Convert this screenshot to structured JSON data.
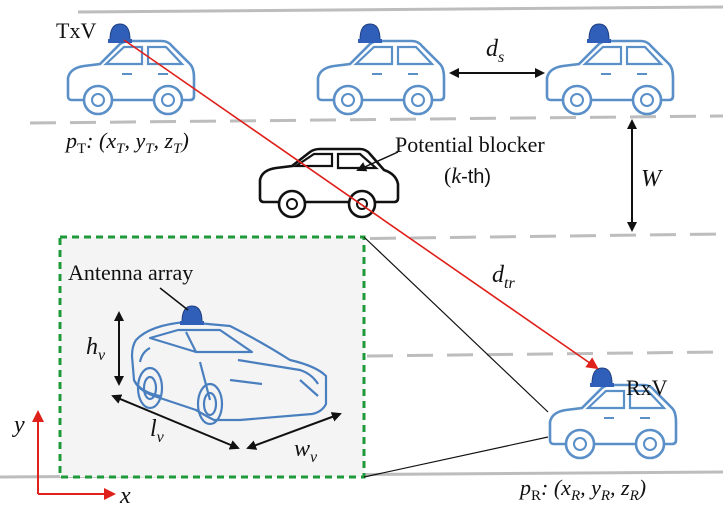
{
  "labels": {
    "txv": "TxV",
    "rxv": "RxV",
    "ds_main": "d",
    "ds_sub": "s",
    "dtr_main": "d",
    "dtr_sub": "tr",
    "w": "W",
    "blocker_line1": "Potential blocker",
    "blocker_line2_open": "(",
    "blocker_line2_k": "k",
    "blocker_line2_rest": "-th)",
    "antenna": "Antenna array",
    "hv_main": "h",
    "hv_sub": "v",
    "lv_main": "l",
    "lv_sub": "v",
    "wv_main": "w",
    "wv_sub": "v",
    "axis_y": "y",
    "axis_x": "x",
    "pt_p": "p",
    "pt_sub": "T",
    "pt_rest": ": (x",
    "pt_x_sub": "T",
    "pt_y": ", y",
    "pt_y_sub": "T",
    "pt_z": ", z",
    "pt_z_sub": "T",
    "pt_close": ")",
    "pr_p": "p",
    "pr_sub": "R",
    "pr_rest": ": (x",
    "pr_x_sub": "R",
    "pr_y": ", y",
    "pr_y_sub": "R",
    "pr_z": ", z",
    "pr_z_sub": "R",
    "pr_close": ")"
  },
  "colors": {
    "vehicle_stroke": "#5a8fc8",
    "beacon": "#2f5fb8",
    "signal": "#e0201a",
    "zoom_border": "#1f9a3a",
    "zoom_fill": "#f4f4f4",
    "lane": "#bdbdbd",
    "axis": "#e0201a"
  }
}
